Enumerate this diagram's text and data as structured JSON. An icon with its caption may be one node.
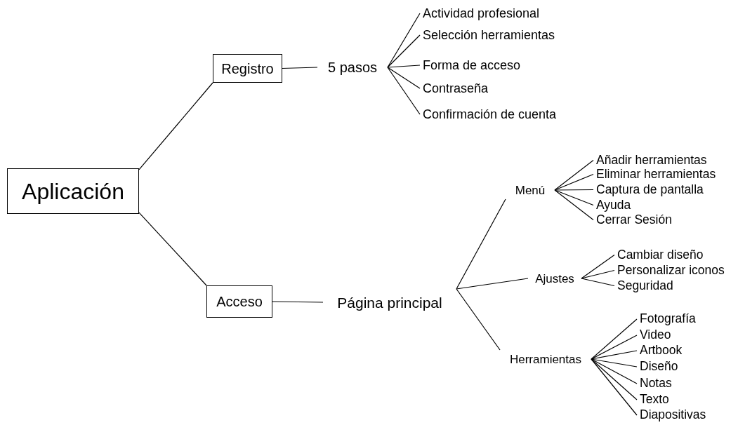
{
  "diagram": {
    "nodes": [
      {
        "text": [
          "Aplicación"
        ]
      },
      {
        "text": [
          "Registro"
        ]
      },
      {
        "text": [
          "5 pasos"
        ]
      },
      {
        "text": [
          "Actividad profesional"
        ]
      },
      {
        "text": [
          "Selección herramientas"
        ]
      },
      {
        "text": [
          "Forma de acceso"
        ]
      },
      {
        "text": [
          "Contraseña"
        ]
      },
      {
        "text": [
          "Confirmación de cuenta"
        ]
      },
      {
        "text": [
          "Acceso"
        ]
      },
      {
        "text": [
          "Página principal"
        ]
      },
      {
        "text": [
          "Menú"
        ]
      },
      {
        "text": [
          "Añadir herramientas"
        ]
      },
      {
        "text": [
          "Eliminar herramientas"
        ]
      },
      {
        "text": [
          "Captura de pantalla"
        ]
      },
      {
        "text": [
          "Ayuda"
        ]
      },
      {
        "text": [
          "Cerrar Sesión"
        ]
      },
      {
        "text": [
          "Ajustes"
        ]
      },
      {
        "text": [
          "Cambiar diseño"
        ]
      },
      {
        "text": [
          "Personalizar iconos"
        ]
      },
      {
        "text": [
          "Seguridad"
        ]
      },
      {
        "text": [
          "Herramientas"
        ]
      },
      {
        "text": [
          "Fotografía"
        ]
      },
      {
        "text": [
          "Video"
        ]
      },
      {
        "text": [
          "Artbook"
        ]
      },
      {
        "text": [
          "Diseño"
        ]
      },
      {
        "text": [
          "Notas"
        ]
      },
      {
        "text": [
          "Texto"
        ]
      },
      {
        "text": [
          "Diapositivas"
        ]
      }
    ],
    "edges": [
      {
        "from": 0,
        "to": 1,
        "arrow": "none"
      },
      {
        "from": 1,
        "to": 2,
        "arrow": "none"
      },
      {
        "from": 2,
        "to": 3,
        "arrow": "none"
      },
      {
        "from": 2,
        "to": 4,
        "arrow": "none"
      },
      {
        "from": 2,
        "to": 5,
        "arrow": "none"
      },
      {
        "from": 2,
        "to": 6,
        "arrow": "none"
      },
      {
        "from": 2,
        "to": 7,
        "arrow": "none"
      },
      {
        "from": 0,
        "to": 8,
        "arrow": "none"
      },
      {
        "from": 8,
        "to": 9,
        "arrow": "none"
      },
      {
        "from": 9,
        "to": 10,
        "arrow": "none"
      },
      {
        "from": 10,
        "to": 11,
        "arrow": "none"
      },
      {
        "from": 10,
        "to": 12,
        "arrow": "none"
      },
      {
        "from": 10,
        "to": 13,
        "arrow": "none"
      },
      {
        "from": 10,
        "to": 14,
        "arrow": "none"
      },
      {
        "from": 10,
        "to": 15,
        "arrow": "none"
      },
      {
        "from": 9,
        "to": 16,
        "arrow": "none"
      },
      {
        "from": 16,
        "to": 17,
        "arrow": "none"
      },
      {
        "from": 16,
        "to": 18,
        "arrow": "none"
      },
      {
        "from": 16,
        "to": 19,
        "arrow": "none"
      },
      {
        "from": 9,
        "to": 20,
        "arrow": "none"
      },
      {
        "from": 20,
        "to": 21,
        "arrow": "none"
      },
      {
        "from": 20,
        "to": 22,
        "arrow": "none"
      },
      {
        "from": 20,
        "to": 23,
        "arrow": "none"
      },
      {
        "from": 20,
        "to": 24,
        "arrow": "none"
      },
      {
        "from": 20,
        "to": 25,
        "arrow": "none"
      },
      {
        "from": 20,
        "to": 26,
        "arrow": "none"
      },
      {
        "from": 20,
        "to": 27,
        "arrow": "none"
      }
    ]
  }
}
